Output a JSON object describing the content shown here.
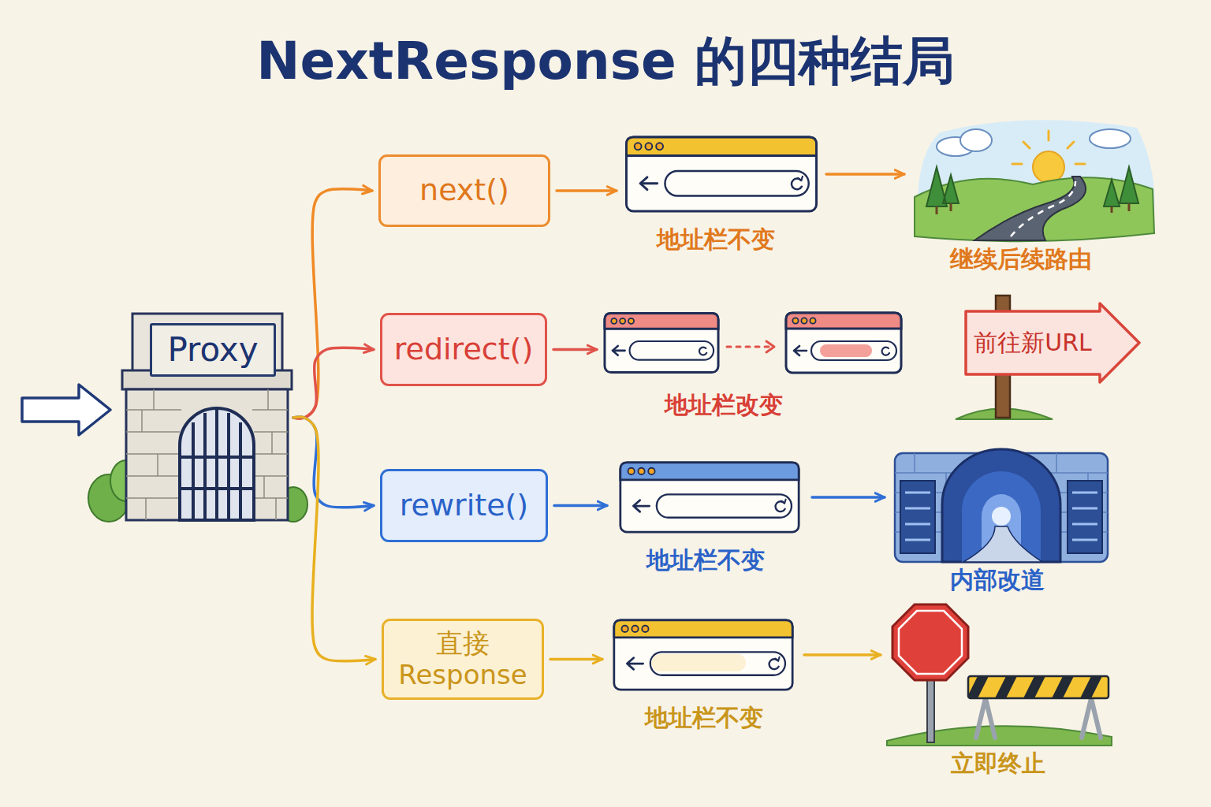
{
  "diagram": {
    "title": "NextResponse 的四种结局",
    "nodes": [
      {
        "text": [
          "Proxy"
        ]
      },
      {
        "text": [
          "next()"
        ]
      },
      {
        "text": [
          "地址栏不变"
        ]
      },
      {
        "text": [
          "继续后续路由"
        ]
      },
      {
        "text": [
          "redirect()"
        ]
      },
      {
        "text": [
          "地址栏改变"
        ]
      },
      {
        "text": [
          "前往新URL"
        ]
      },
      {
        "text": [
          "rewrite()"
        ]
      },
      {
        "text": [
          "地址栏不变"
        ]
      },
      {
        "text": [
          "内部改道"
        ]
      },
      {
        "text": [
          "直接 Response"
        ]
      },
      {
        "text": [
          "地址栏不变"
        ]
      },
      {
        "text": [
          "立即终止"
        ]
      }
    ],
    "edges": [
      {
        "from": 0,
        "to": 1,
        "arrow": "to"
      },
      {
        "from": 0,
        "to": 4,
        "arrow": "to"
      },
      {
        "from": 0,
        "to": 7,
        "arrow": "to"
      },
      {
        "from": 0,
        "to": 10,
        "arrow": "to"
      },
      {
        "from": 1,
        "to": 2,
        "arrow": "to"
      },
      {
        "from": 2,
        "to": 3,
        "arrow": "to"
      },
      {
        "from": 4,
        "to": 5,
        "arrow": "to"
      },
      {
        "from": 7,
        "to": 8,
        "arrow": "to"
      },
      {
        "from": 8,
        "to": 9,
        "arrow": "to"
      },
      {
        "from": 10,
        "to": 11,
        "arrow": "to"
      },
      {
        "from": 11,
        "to": 12,
        "arrow": "to"
      }
    ]
  }
}
